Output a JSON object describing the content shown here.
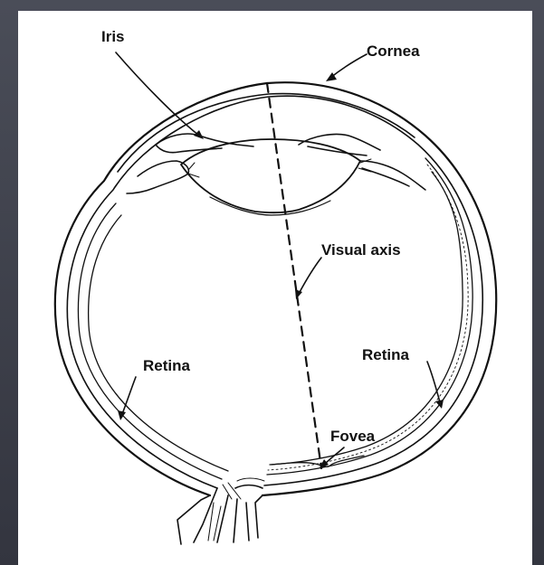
{
  "diagram": {
    "labels": {
      "iris": "Iris",
      "cornea": "Cornea",
      "visual_axis": "Visual axis",
      "retina_left": "Retina",
      "retina_right": "Retina",
      "fovea": "Fovea"
    }
  }
}
